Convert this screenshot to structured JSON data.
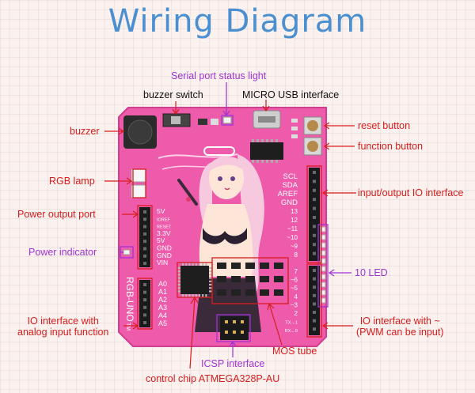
{
  "title": "Wiring Diagram",
  "colors": {
    "title": "#4a8fd0",
    "label_red": "#d81d1d",
    "label_purple": "#a033d6",
    "board": "#ee5bab"
  },
  "labels": {
    "serial_port_status_light": "Serial port status light",
    "buzzer_switch": "buzzer switch",
    "micro_usb_interface": "MICRO USB interface",
    "buzzer": "buzzer",
    "reset_button": "reset button",
    "function_button": "function button",
    "rgb_lamp": "RGB  lamp",
    "input_output_io_interface": "input/output IO interface",
    "power_output_port": "Power output port",
    "power_indicator": "Power indicator",
    "ten_led": "10  LED",
    "io_analog_line1": "IO interface with",
    "io_analog_line2": "analog input function",
    "io_pwm_line1": "IO interface with ~",
    "io_pwm_line2": "(PWM can be input)",
    "mos_tube": "MOS tube",
    "icsp_interface": "ICSP interface",
    "control_chip": "control chip  ATMEGA328P-AU"
  },
  "board": {
    "right_header_top": [
      "SCL",
      "SDA",
      "AREF",
      "GND",
      "13",
      "12",
      "~11",
      "~10",
      "~9",
      "8"
    ],
    "right_header_bottom": [
      "7",
      "~6",
      "~5",
      "4",
      "~3",
      "2",
      "TX→1",
      "RX←0"
    ],
    "left_header": [
      "5V",
      "IOREF",
      "RESET",
      "3.3V",
      "5V",
      "GND",
      "GND",
      "VIN"
    ],
    "analog_header": [
      "A0",
      "A1",
      "A2",
      "A3",
      "A4",
      "A5"
    ],
    "side_name": "RGB-UNO",
    "side_extra": "TM"
  }
}
